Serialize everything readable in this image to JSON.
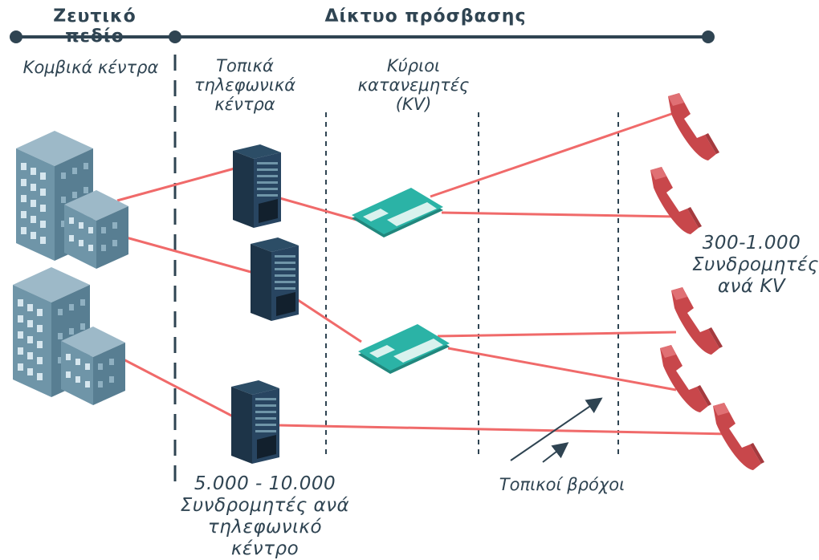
{
  "header": {
    "core_field": "Ζευτικό πεδίο",
    "access_network": "Δίκτυο πρόσβασης"
  },
  "labels": {
    "node_centers": "Κομβικά κέντρα",
    "local_exchanges": "Τοπικά\nτηλεφωνικά\nκέντρα",
    "main_distributors": "Κύριοι\nκατανεμητές\n(KV)",
    "subscribers_per_kv": "300-1.000\nΣυνδρομητές\nανά KV",
    "subscribers_per_exchange": "5.000 - 10.000\nΣυνδρομητές ανά\nτηλεφωνικό κέντρο",
    "local_loops": "Τοπικοί βρόχοι"
  },
  "icons": {
    "building": "office-building-icon",
    "server": "exchange-rack-icon",
    "distributor": "distributor-box-icon",
    "phone": "telephone-handset-icon"
  },
  "colors": {
    "line": "#f06a6a",
    "text": "#2f4452",
    "building_front": "#6f95a8",
    "building_side": "#587e92",
    "building_top": "#9db9c8",
    "server": "#1d3448",
    "distributor": "#2bb3a6",
    "phone": "#c8474b"
  }
}
